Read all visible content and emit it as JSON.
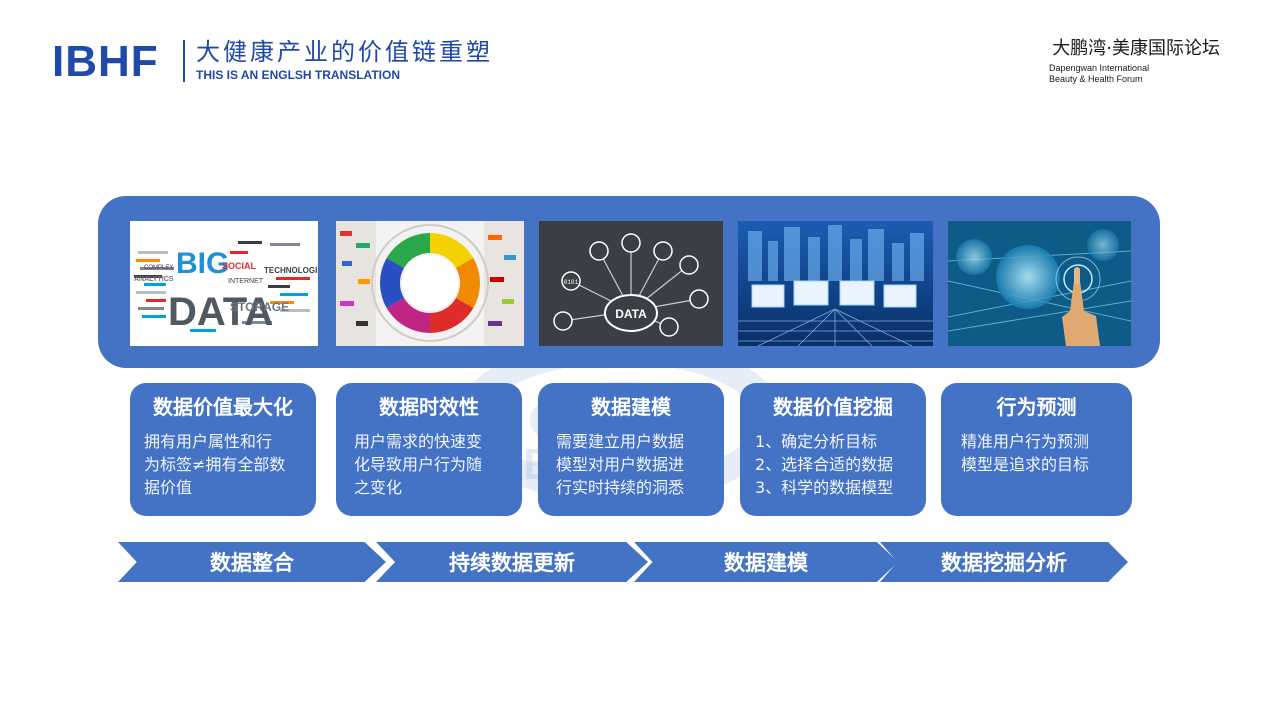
{
  "header": {
    "logo": "IBHF",
    "title_cn": "大健康产业的价值链重塑",
    "title_en": "THIS IS AN ENGLSH TRANSLATION",
    "forum_cn": "大鹏湾·美康国际论坛",
    "forum_en_line1": "Dapengwan International",
    "forum_en_line2": "Beauty & Health Forum"
  },
  "watermark": {
    "text": "IBHF"
  },
  "images": [
    {
      "name": "big-data-word-cloud",
      "big": "BIG",
      "data": "DATA",
      "words": [
        "TECHNOLOGIES",
        "ANALYTICS",
        "STORAGE",
        "SOCIAL",
        "INTERNET",
        "COMPLEX"
      ]
    },
    {
      "name": "color-wheel-brands"
    },
    {
      "name": "data-network-icons",
      "label": "DATA",
      "binary": "0101"
    },
    {
      "name": "digital-city-screens"
    },
    {
      "name": "globe-touch-interface"
    }
  ],
  "cards": [
    {
      "title": "数据价值最大化",
      "lines": [
        "拥有用户属性和行",
        "为标签≠拥有全部数",
        "据价值"
      ]
    },
    {
      "title": "数据时效性",
      "lines": [
        "用户需求的快速变",
        "化导致用户行为随",
        "之变化"
      ]
    },
    {
      "title": "数据建模",
      "lines": [
        "需要建立用户数据",
        "模型对用户数据进",
        "行实时持续的洞悉"
      ]
    },
    {
      "title": "数据价值挖掘",
      "lines": [
        "1、确定分析目标",
        "2、选择合适的数据",
        "3、科学的数据模型"
      ]
    },
    {
      "title": "行为预测",
      "lines": [
        "精准用户行为预测",
        "模型是追求的目标"
      ]
    }
  ],
  "process": [
    {
      "label": "数据整合"
    },
    {
      "label": "持续数据更新"
    },
    {
      "label": "数据建模"
    },
    {
      "label": "数据挖掘分析"
    }
  ],
  "colors": {
    "brand": "#1f4aa8",
    "accent": "#4472c4"
  }
}
